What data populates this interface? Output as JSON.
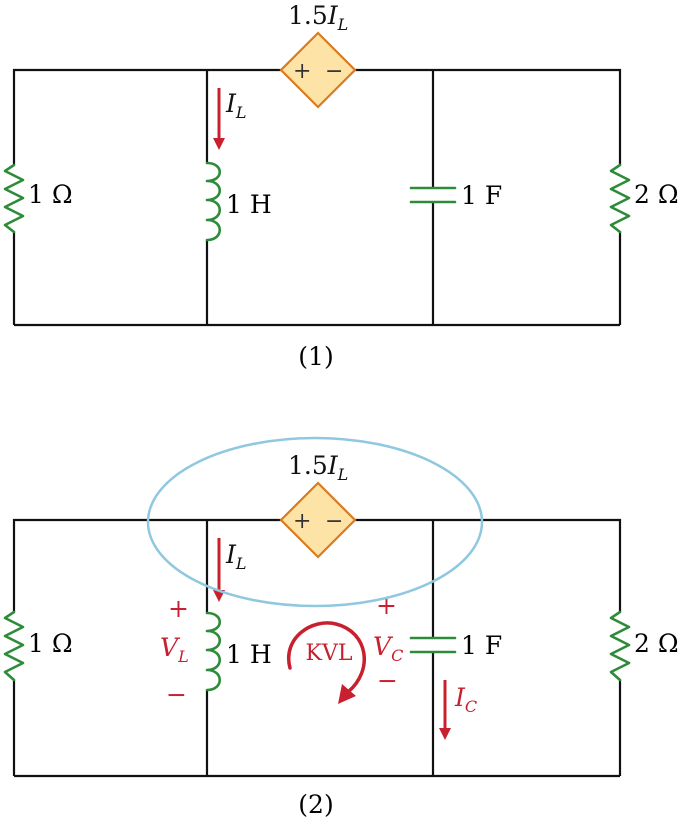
{
  "colors": {
    "wire": "#111111",
    "component": "#2e8b3a",
    "annotation": "#c8202f",
    "source_fill": "#fde4a6",
    "source_stroke": "#d97b20",
    "ellipse": "#8fc8df"
  },
  "diagrams": [
    {
      "caption": "(1)",
      "source": {
        "coef": "1.5",
        "var": "I",
        "sub": "L",
        "plus": "+",
        "minus": "−"
      },
      "current": {
        "var": "I",
        "sub": "L"
      },
      "r_left": "1 Ω",
      "inductor": "1 H",
      "capacitor": "1 F",
      "r_right": "2 Ω"
    },
    {
      "caption": "(2)",
      "source": {
        "coef": "1.5",
        "var": "I",
        "sub": "L",
        "plus": "+",
        "minus": "−"
      },
      "current": {
        "var": "I",
        "sub": "L"
      },
      "r_left": "1 Ω",
      "inductor": "1 H",
      "capacitor": "1 F",
      "r_right": "2 Ω",
      "vl": {
        "plus": "+",
        "var": "V",
        "sub": "L",
        "minus": "−"
      },
      "vc": {
        "plus": "+",
        "var": "V",
        "sub": "C",
        "minus": "−"
      },
      "kvl": "KVL",
      "ic": {
        "var": "I",
        "sub": "C"
      }
    }
  ]
}
